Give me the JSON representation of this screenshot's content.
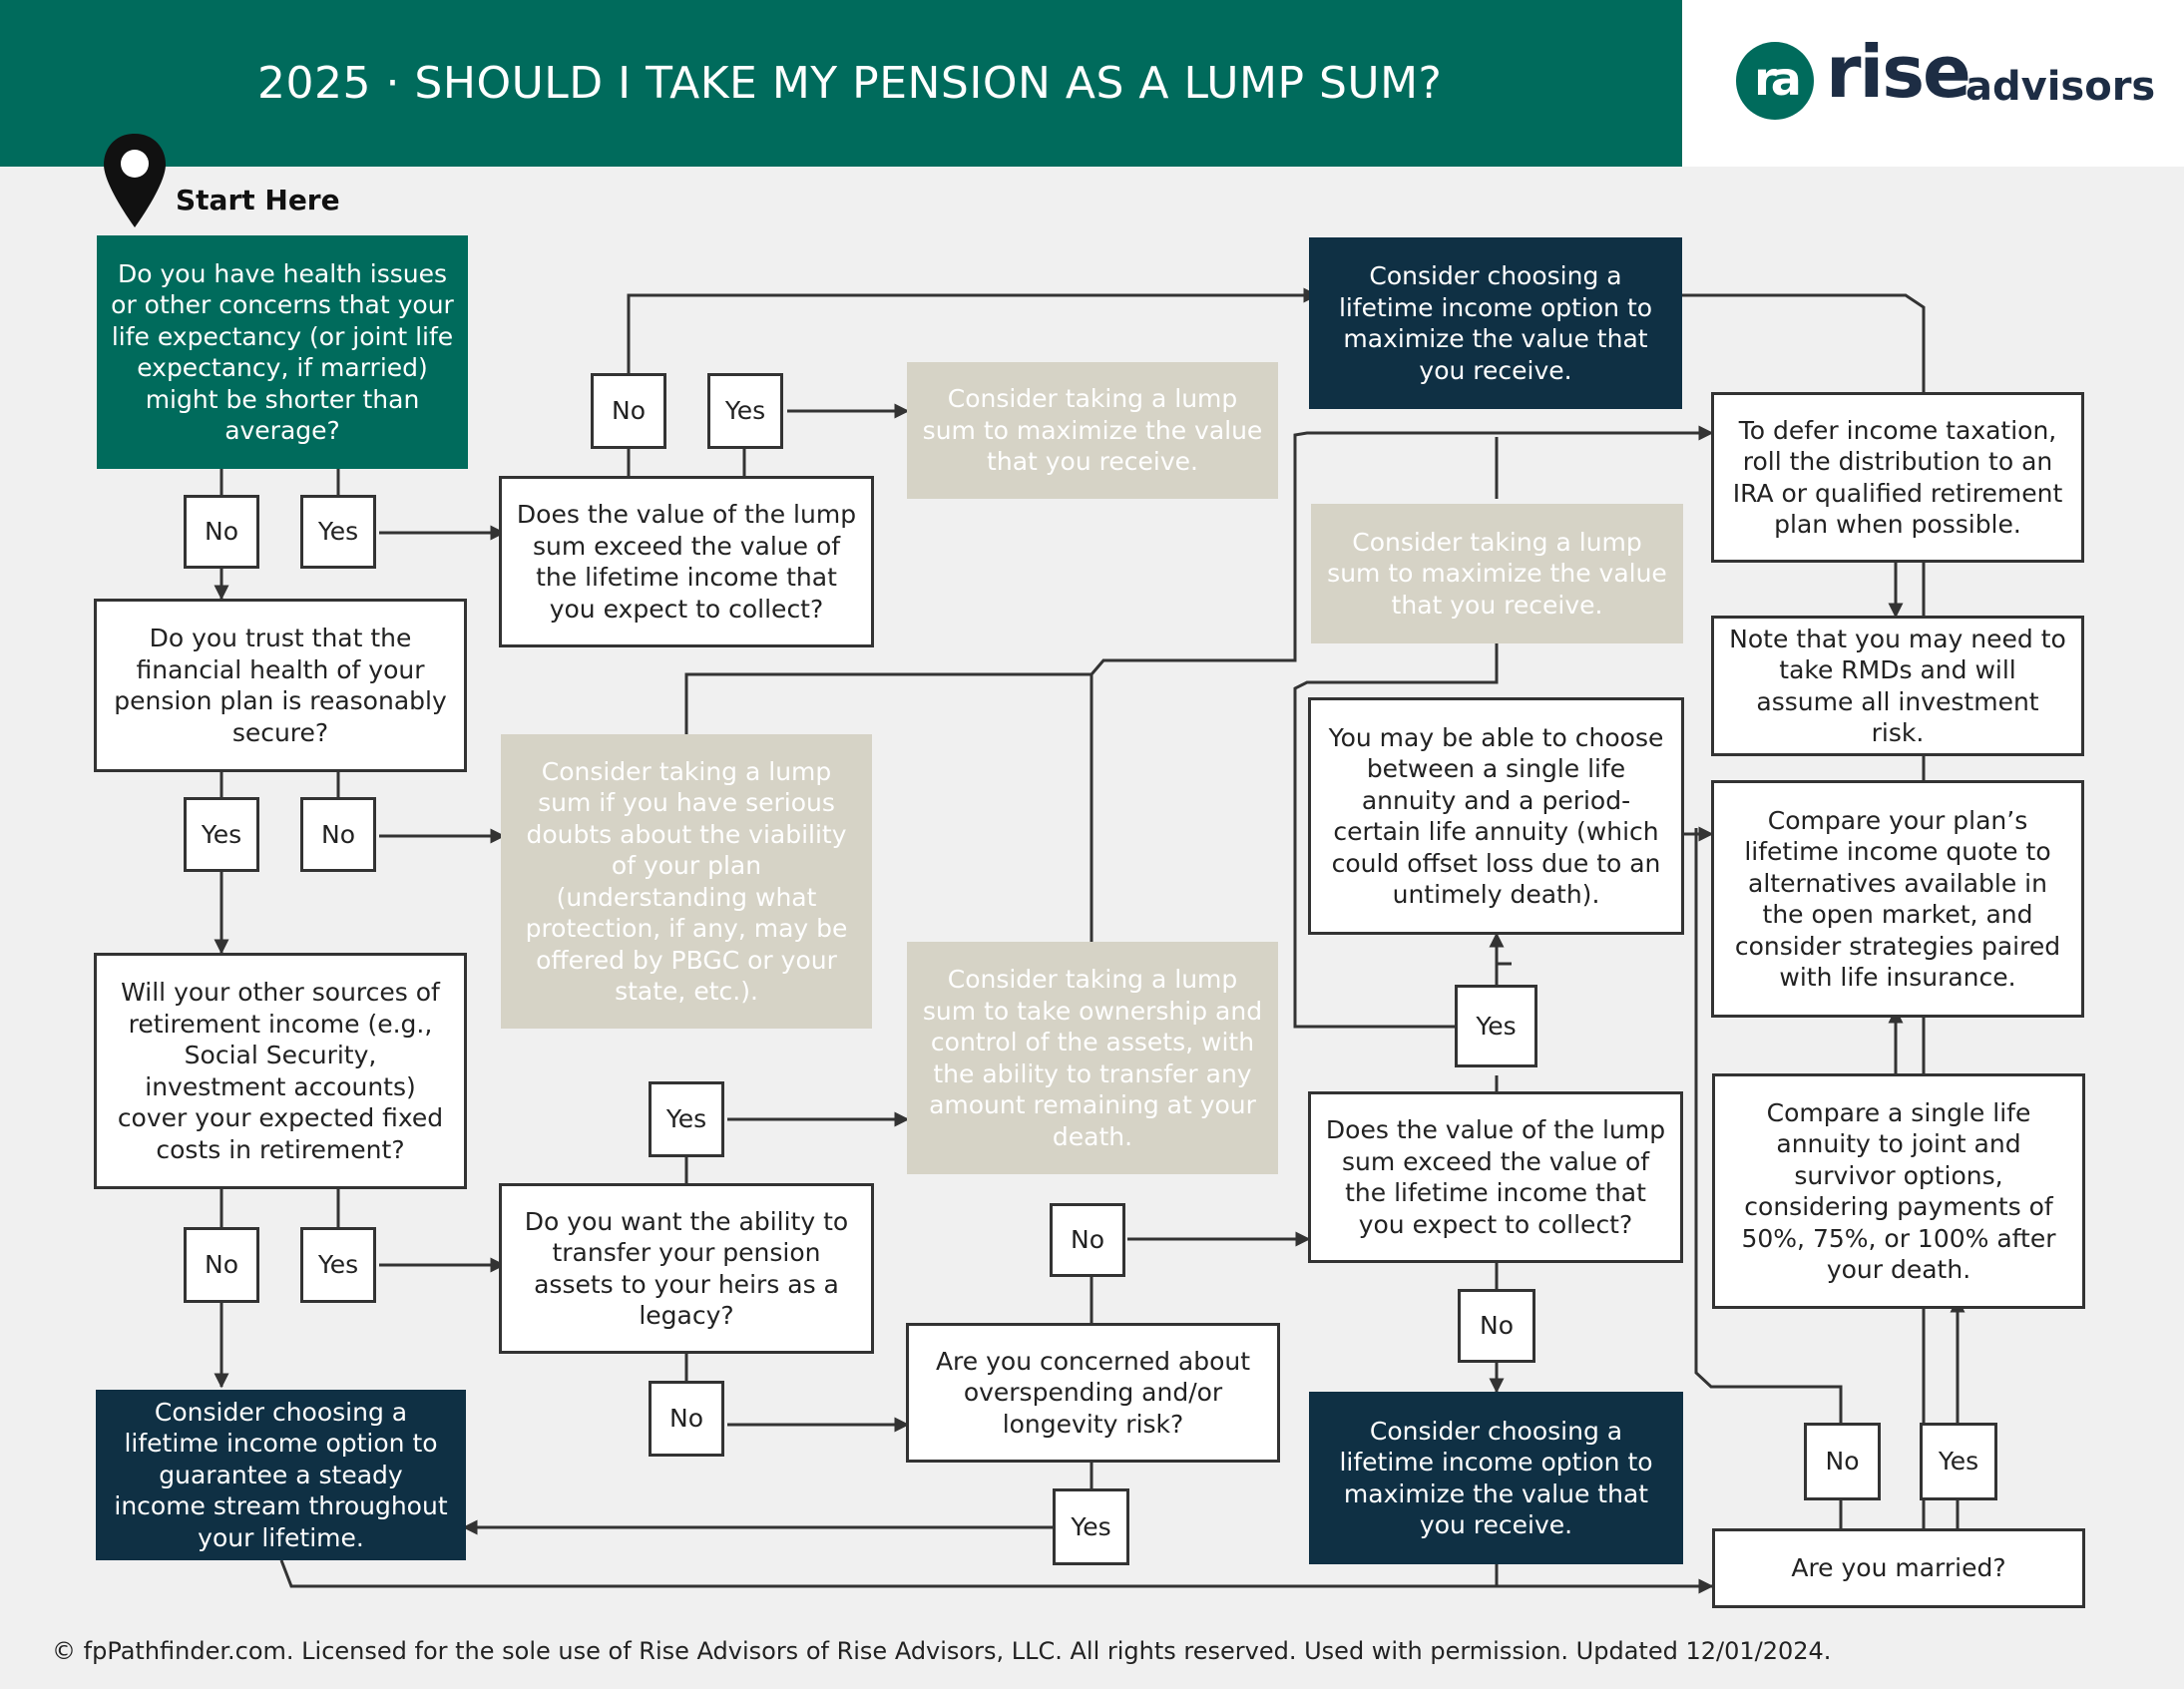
{
  "header": {
    "title": "2025 · SHOULD I TAKE MY PENSION AS A LUMP SUM?",
    "logo_mark": "ra",
    "logo_word": "rise",
    "logo_sub": "advisors"
  },
  "start_label": "Start Here",
  "nodes": {
    "q_health": "Do you have health issues or other concerns that your life expectancy (or joint life expectancy, if married) might be shorter than average?",
    "q_trust": "Do you trust that the financial health of your pension plan is reasonably secure?",
    "q_other_sources": "Will your other sources of retirement income (e.g., Social Security, investment accounts) cover your expected fixed costs in retirement?",
    "r_guarantee": "Consider choosing a lifetime income option to guarantee a steady income stream throughout your lifetime.",
    "q_lump_exceed_1": "Does the value of the lump sum exceed the value of the lifetime income that you expect to collect?",
    "r_lump_max_1": "Consider taking a lump sum to maximize the value that you receive.",
    "r_lifetime_max_top": "Consider choosing a lifetime income option to maximize the value that you receive.",
    "r_lump_doubts": "Consider taking a lump sum if you have serious doubts about the viability of your plan (understanding what protection, if any, may be offered by PBGC or your state, etc.).",
    "q_legacy": "Do you want the ability to transfer your pension assets to your heirs as a legacy?",
    "r_lump_ownership": "Consider taking a lump sum to take ownership and control of the assets, with the ability to transfer any amount remaining at your death.",
    "q_overspending": "Are you concerned about overspending and/or longevity risk?",
    "r_lump_max_2": "Consider taking a lump sum to maximize the value that you receive.",
    "r_single_vs_period": "You may be able to choose between a single life annuity and a period-certain life annuity (which could offset loss due to an untimely death).",
    "q_lump_exceed_2": "Does the value of the lump sum exceed the value of the lifetime income that you expect to collect?",
    "r_lifetime_max_bottom": "Consider choosing a lifetime income option to maximize the value that you receive.",
    "r_defer_tax": "To defer income taxation, roll the distribution to an IRA or qualified retirement plan when possible.",
    "r_rmds": "Note that you may need to take RMDs and will assume all investment risk.",
    "r_compare_quote": "Compare your plan’s lifetime income quote to alternatives available in the open market, and consider strategies paired with life insurance.",
    "r_compare_single": "Compare a single life annuity to joint and survivor options, considering payments of 50%, 75%, or 100% after your death.",
    "q_married": "Are you married?"
  },
  "answers": {
    "yes": "Yes",
    "no": "No"
  },
  "footer": "© fpPathfinder.com. Licensed for the sole use of Rise Advisors of Rise Advisors, LLC. All rights reserved. Used with permission. Updated 12/01/2024.",
  "colors": {
    "teal": "#006b5c",
    "navy": "#0f3044",
    "gray": "#d6d3c6",
    "line": "#333333"
  }
}
